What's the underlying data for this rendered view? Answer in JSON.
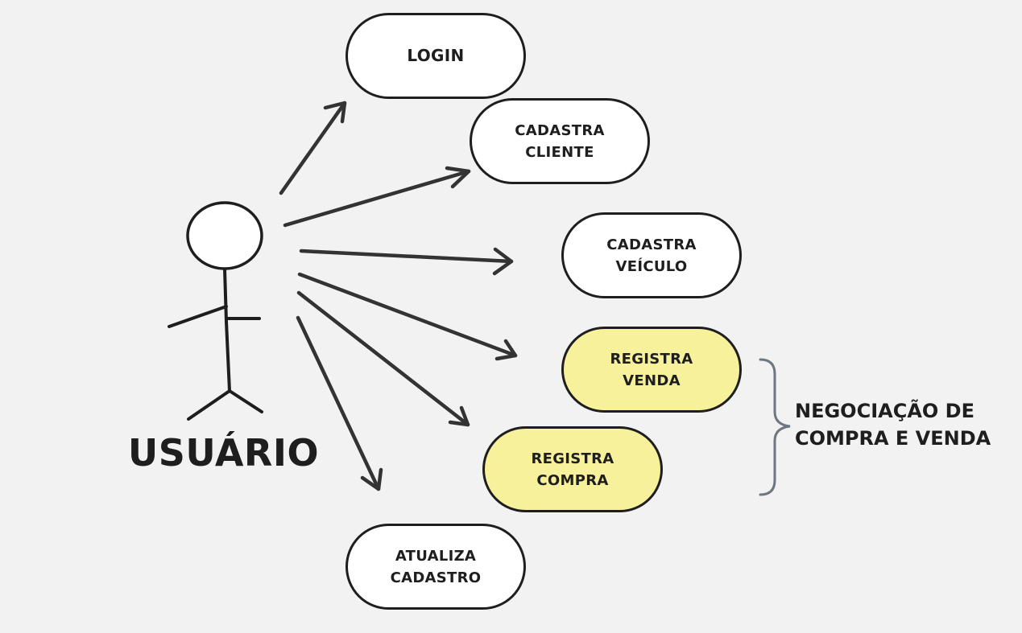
{
  "actor": {
    "name": "USUÁRIO"
  },
  "use_cases": [
    {
      "id": "login",
      "label": "LOGIN",
      "highlighted": false
    },
    {
      "id": "cliente",
      "label": "CADASTRA\nCLIENTE",
      "highlighted": false
    },
    {
      "id": "veiculo",
      "label": "CADASTRA\nVEÍCULO",
      "highlighted": false
    },
    {
      "id": "venda",
      "label": "REGISTRA\nVENDA",
      "highlighted": true
    },
    {
      "id": "compra",
      "label": "REGISTRA\nCOMPRA",
      "highlighted": true
    },
    {
      "id": "atualiza",
      "label": "ATUALIZA\nCADASTRO",
      "highlighted": false
    }
  ],
  "group": {
    "label": "NEGOCIAÇÃO DE\nCOMPRA E VENDA",
    "members": [
      "venda",
      "compra"
    ]
  },
  "colors": {
    "background": "#f2f2f2",
    "stroke": "#1e1e1e",
    "arrow": "#333333",
    "box_fill": "#ffffff",
    "highlight_fill": "#f8f19b",
    "brace": "#6e7681"
  }
}
